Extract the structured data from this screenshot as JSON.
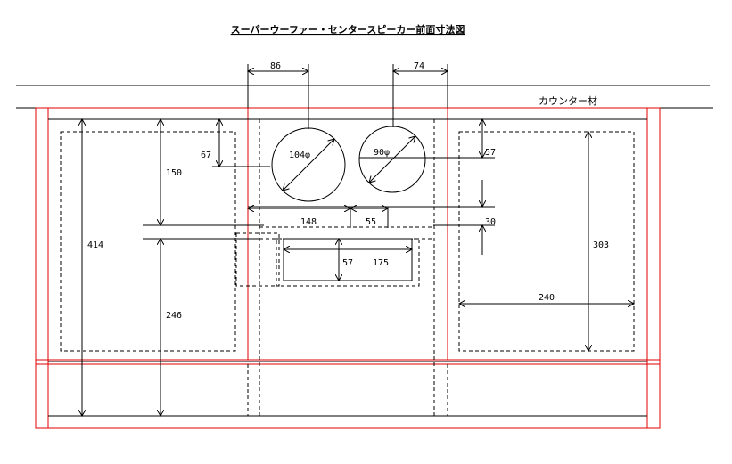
{
  "title": "スーパーウーファー・センタースピーカー前面寸法図",
  "counter_label": "カウンター材",
  "dimensions": {
    "spacing_86": "86",
    "spacing_74": "74",
    "left_total_height": "414",
    "left_upper_height": "150",
    "left_lower_height": "246",
    "woofer_offset": "67",
    "woofer_diameter": "104φ",
    "tweeter_diameter": "90φ",
    "tweeter_offset": "57",
    "center_width": "148",
    "small_width": "55",
    "gap_30": "30",
    "inner_height": "57",
    "inner_width": "175",
    "right_height": "303",
    "right_width": "240"
  },
  "colors": {
    "line": "#000000",
    "frame": "#e00000"
  }
}
